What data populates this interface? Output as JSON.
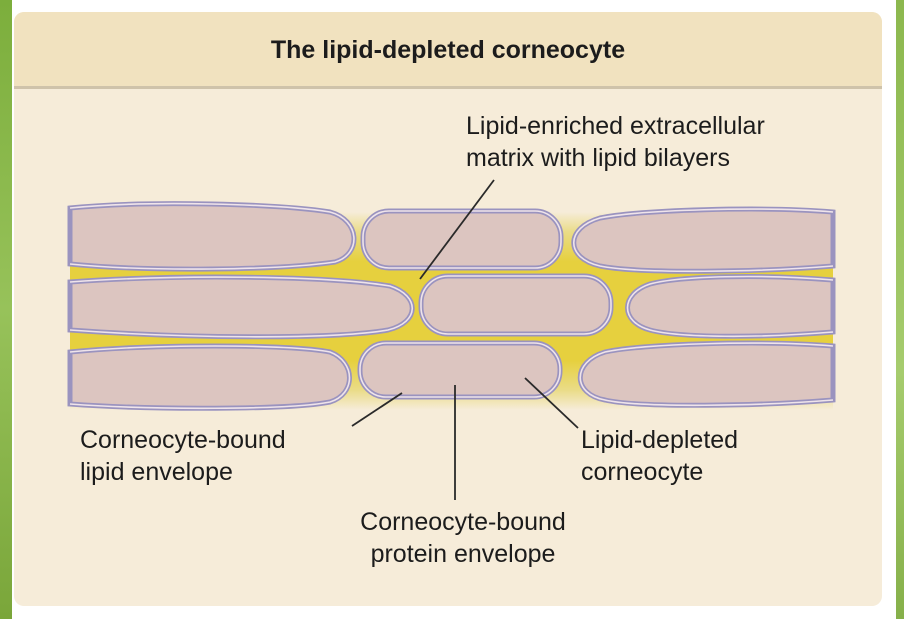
{
  "title": "The lipid-depleted corneocyte",
  "labels": {
    "extracellular_matrix": "Lipid-enriched extracellular\nmatrix with lipid bilayers",
    "lipid_envelope": "Corneocyte-bound\nlipid envelope",
    "protein_envelope": "Corneocyte-bound\nprotein envelope",
    "depleted_corneocyte": "Lipid-depleted\ncorneocyte"
  },
  "colors": {
    "panel_background": "#f6ecd9",
    "header_band": "#f1e2bf",
    "lipid_matrix": "#e6d03e",
    "corneocyte_fill": "#dcc5c0",
    "protein_envelope": "#9a93bf",
    "lipid_envelope": "#efe4ea"
  }
}
